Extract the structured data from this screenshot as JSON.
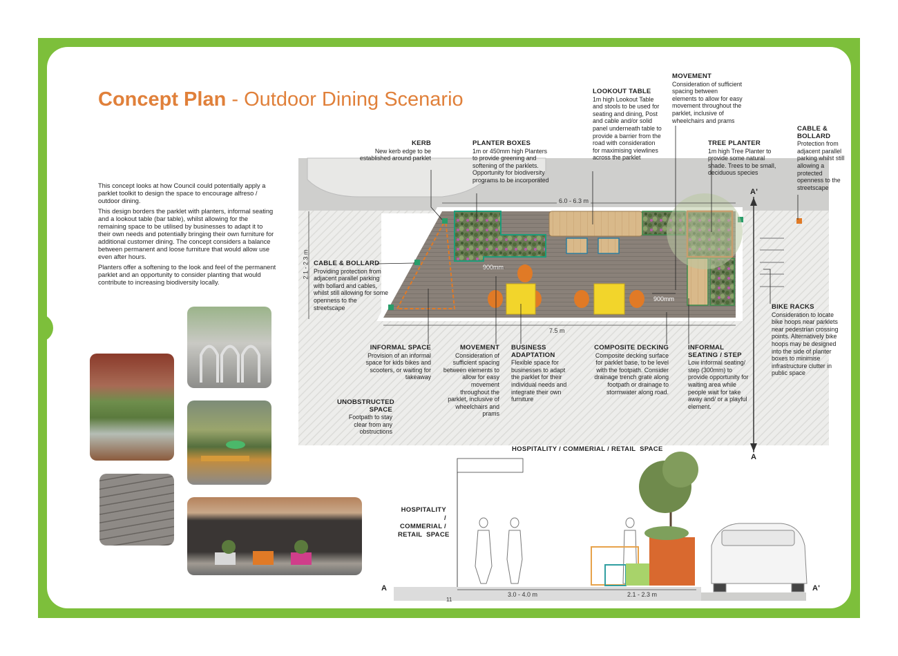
{
  "title": {
    "bold": "Concept Plan",
    "rest": " - Outdoor Dining Scenario"
  },
  "intro": {
    "p1": "This concept looks at how Council could potentially apply a parklet toolkit to design the space to encourage alfreso / outdoor dining.",
    "p2": "This design borders the parklet with planters, informal seating and a lookout table (bar table), whilst allowing for the remaining space to be utilised by businesses to adapt it to their own needs and potentially bringing their own furniture for additional customer dining. The concept considers a balance between permanent and loose furniture that would allow use even after hours.",
    "p3": "Planters offer a softening to the look and feel of the permanent parklet and an opportunity to consider planting that would contribute to increasing biodiversity locally."
  },
  "annotations": {
    "kerb": {
      "title": "KERB",
      "text": "New kerb edge to be established around parklet"
    },
    "planter_boxes": {
      "title": "PLANTER BOXES",
      "text": "1m or 450mm high Planters to provide greening and softening of the parklets. Opportunity for biodiversity programs to be incorporated"
    },
    "lookout_table": {
      "title": "LOOKOUT TABLE",
      "text": "1m high Lookout Table and stools to be used for seating and dining, Post and cable and/or solid panel underneath table to provide a barrier from the road with consideration for maximising viewlines across the parklet"
    },
    "movement_top": {
      "title": "MOVEMENT",
      "text": "Consideration of sufficient spacing between elements to allow for easy movement throughout the parklet, inclusive of wheelchairs and prams"
    },
    "tree_planter": {
      "title": "TREE PLANTER",
      "text": "1m high Tree Planter to provide some natural shade. Trees to be small, deciduous species"
    },
    "cable_bollard_right": {
      "title": "CABLE & BOLLARD",
      "text": "Protection from adjacent parallel parking whilst still allowing a protected openness to the streetscape"
    },
    "cable_bollard_left": {
      "title": "CABLE & BOLLARD",
      "text": "Providing protection from adjacent parallel parking with bollard and cables, whilst still allowing for some openness to the streetscape"
    },
    "bike_racks": {
      "title": "BIKE RACKS",
      "text": "Consideration to locate bike hoops near parklets near pedestrian crossing points. Alternatively bike hoops may be designed into the side of planter boxes to minimise infrastructure clutter in public space"
    },
    "informal_space": {
      "title": "INFORMAL SPACE",
      "text": "Provision of an informal space for kids bikes and scooters, or waiting for takeaway"
    },
    "movement_bottom": {
      "title": "MOVEMENT",
      "text": "Consideration of sufficient spacing between elements to allow for easy movement throughout the parklet, inclusive of wheelchairs and prams"
    },
    "business_adaptation": {
      "title": "BUSINESS ADAPTATION",
      "text": "Flexible space for businesses to adapt the parklet for their individual needs and integrate their own furniture"
    },
    "composite_decking": {
      "title": "COMPOSITE DECKING",
      "text": "Composite decking surface for parklet base, to be level with the footpath. Consider drainage trench grate along footpath or drainage to stormwater along road."
    },
    "informal_seating": {
      "title": "INFORMAL SEATING / STEP",
      "text": "Low informal seating/ step (300mm) to provide opportunity for waiting area while people wait for take away and/ or a playful element."
    },
    "unobstructed_space": {
      "title": "UNOBSTRUCTED SPACE",
      "text": "Footpath to stay clear from any obstructions"
    }
  },
  "dimensions": {
    "width_top": "6.0 - 6.3 m",
    "width_bottom": "7.5 m",
    "depth": "2.1 - 2.3 m",
    "gap_left": "900mm",
    "gap_right": "900mm",
    "section_footpath": "3.0 - 4.0 m",
    "section_parklet": "2.1 - 2.3 m",
    "section_number": "11"
  },
  "labels": {
    "hospitality_plan": "HOSPITALITY / COMMERIAL / RETAIL  SPACE",
    "hospitality_section_1": "HOSPITALITY /",
    "hospitality_section_2": "COMMERIAL /",
    "hospitality_section_3": "RETAIL  SPACE",
    "section_a_top": "A'",
    "section_a_bottom": "A",
    "section_left": "A",
    "section_right": "A'"
  },
  "colors": {
    "frame": "#7dbf3b",
    "title": "#e0803a",
    "deck": "#8d847c",
    "planter_orange": "#d9692f",
    "planter_green": "#5fae3e",
    "table_yellow": "#f2d52b",
    "chair_orange": "#e07a26"
  }
}
